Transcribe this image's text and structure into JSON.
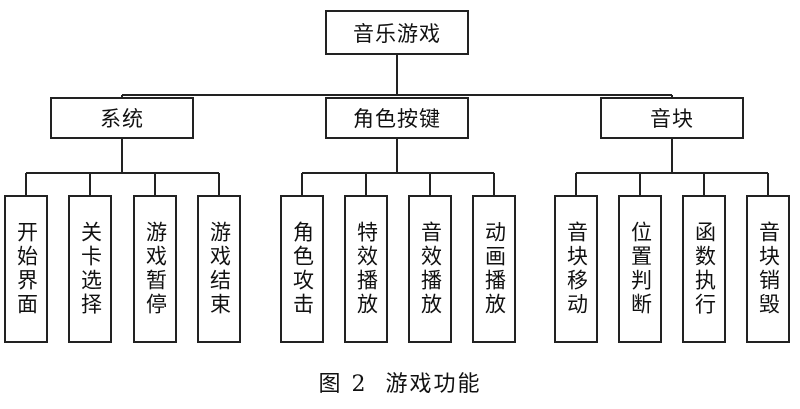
{
  "root": "音乐游戏",
  "branches": [
    {
      "label": "系统",
      "children": [
        "开始界面",
        "关卡选择",
        "游戏暂停",
        "游戏结束"
      ]
    },
    {
      "label": "角色按键",
      "children": [
        "角色攻击",
        "特效播放",
        "音效播放",
        "动画播放"
      ]
    },
    {
      "label": "音块",
      "children": [
        "音块移动",
        "位置判断",
        "函数执行",
        "音块销毁"
      ]
    }
  ],
  "caption": {
    "figure": "图 2",
    "title": "游戏功能"
  }
}
